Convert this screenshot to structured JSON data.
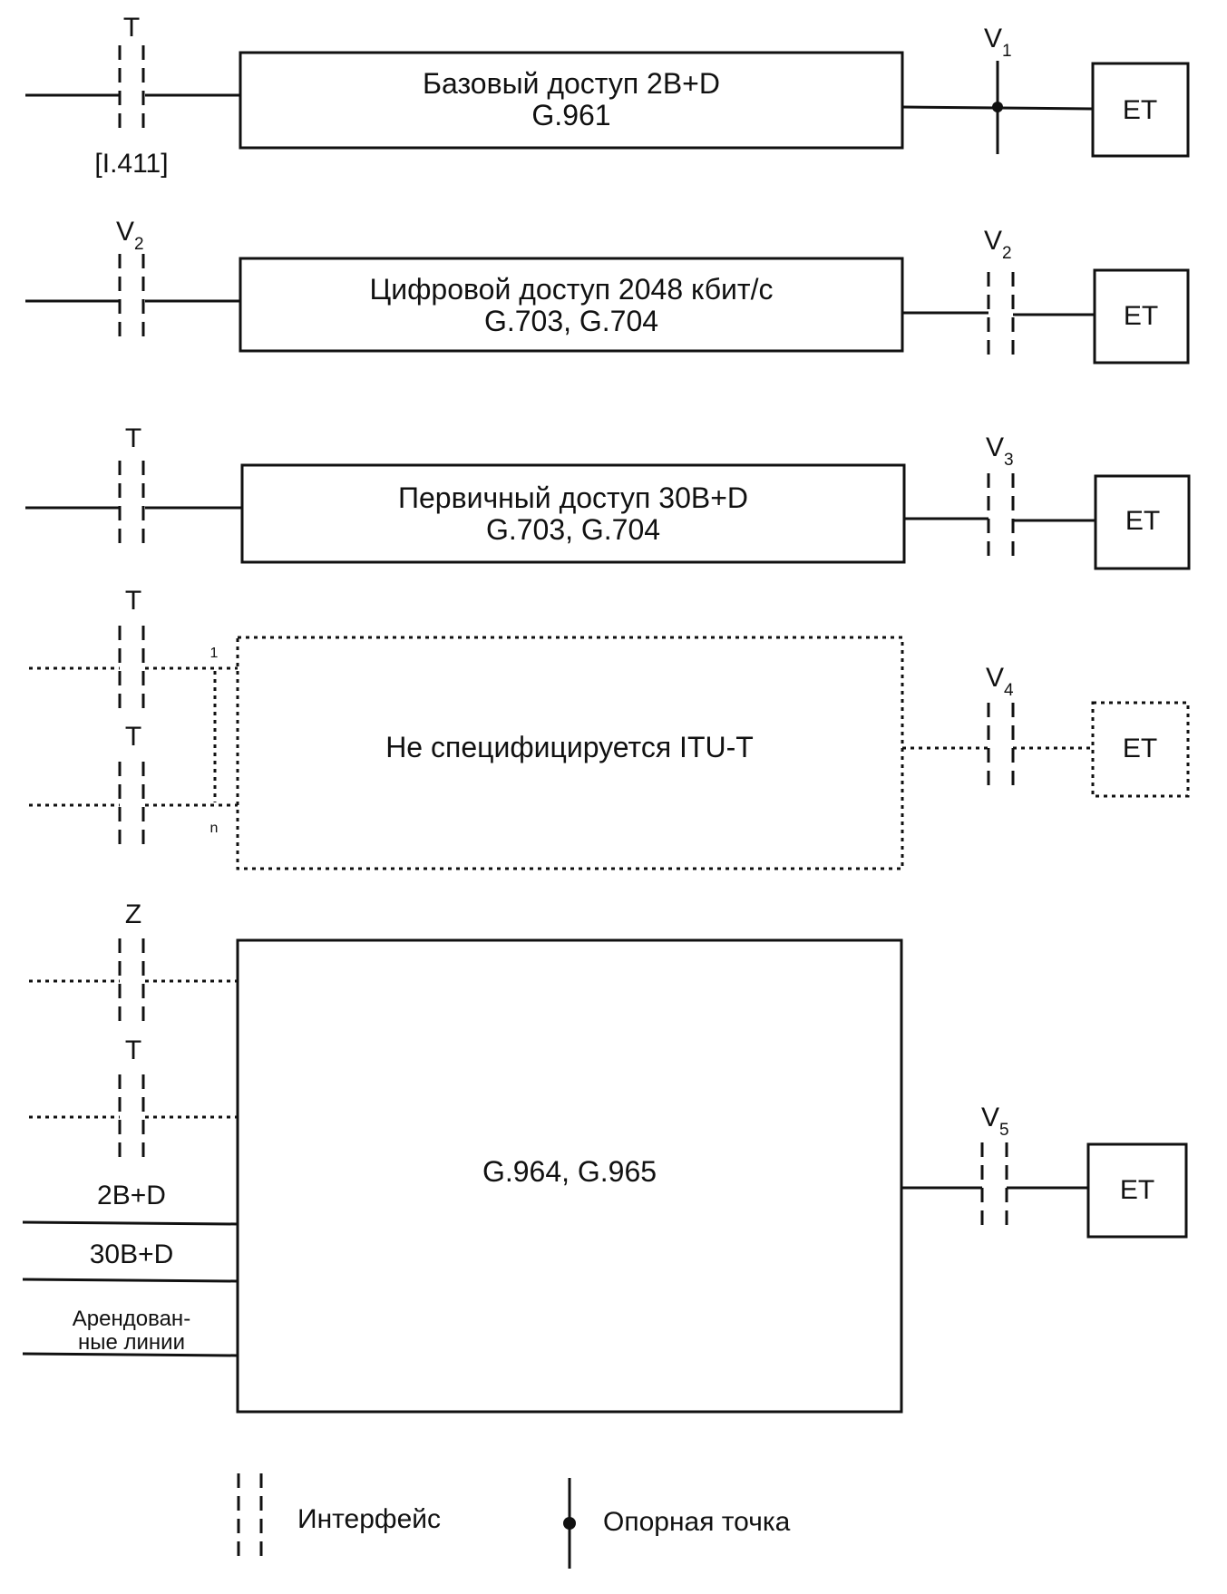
{
  "rows": [
    {
      "left_interface": "T",
      "left_note": "[I.411]",
      "box_line1": "Базовый доступ 2B+D",
      "box_line2": "G.961",
      "right_ref": "V",
      "right_ref_sub": "1",
      "et": "ET"
    },
    {
      "left_interface": "V",
      "left_interface_sub": "2",
      "box_line1": "Цифровой доступ 2048 кбит/с",
      "box_line2": "G.703, G.704",
      "right_ref": "V",
      "right_ref_sub": "2",
      "et": "ET"
    },
    {
      "left_interface": "T",
      "box_line1": "Первичный доступ 30B+D",
      "box_line2": "G.703, G.704",
      "right_ref": "V",
      "right_ref_sub": "3",
      "et": "ET"
    },
    {
      "left_interface_top": "T",
      "left_interface_bottom": "T",
      "port_first": "1",
      "port_last": "n",
      "box_line1": "Не специфицируется ITU-T",
      "right_ref": "V",
      "right_ref_sub": "4",
      "et": "ET"
    },
    {
      "left_interface_z": "Z",
      "left_interface_t": "T",
      "input_2bd": "2B+D",
      "input_30bd": "30B+D",
      "input_leased_1": "Арендован-",
      "input_leased_2": "ные линии",
      "box_line1": "G.964, G.965",
      "right_ref": "V",
      "right_ref_sub": "5",
      "et": "ET"
    }
  ],
  "legend": {
    "interface": "Интерфейс",
    "reference_point": "Опорная точка"
  }
}
